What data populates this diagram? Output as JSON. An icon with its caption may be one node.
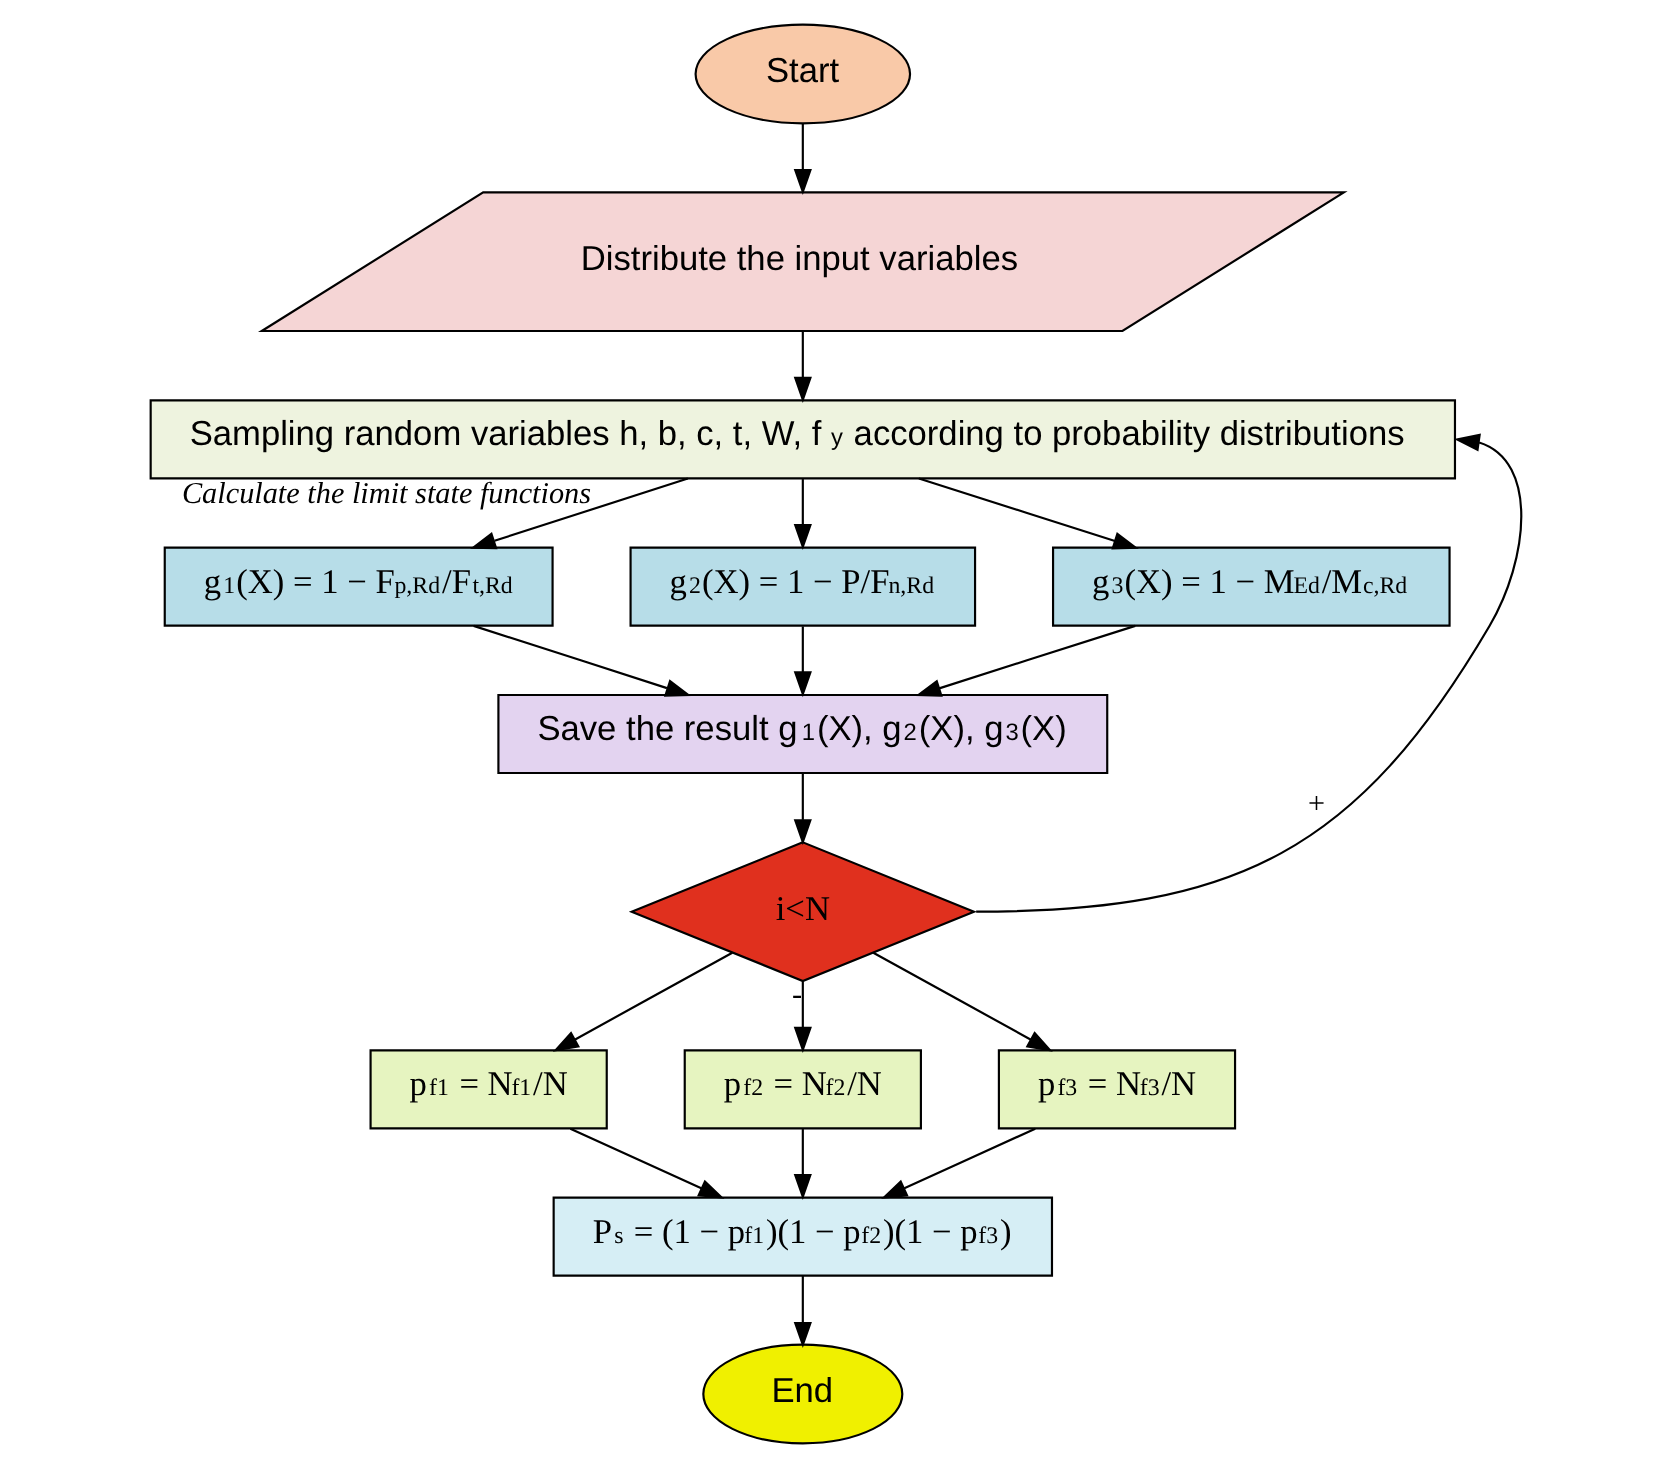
{
  "diagram": {
    "nodes": [
      {
        "text": [
          "Start"
        ]
      },
      {
        "text": [
          "Distribute the input variables"
        ]
      },
      {
        "text": [
          "Sampling random variables h, b, c, t, W, f$_{y}$ according to probability distributions"
        ]
      },
      {
        "text": [
          "g$_{1}$(X) = 1 − F$_{p,Rd}$/F$_{t,Rd}$"
        ]
      },
      {
        "text": [
          "g$_{2}$(X) = 1 − P/F$_{n,Rd}$"
        ]
      },
      {
        "text": [
          "g$_{3}$(X) = 1 − M$_{Ed}$/M$_{c,Rd}$"
        ]
      },
      {
        "text": [
          "Save the result g$_{1}$(X), g$_{2}$(X), g$_{3}$(X)"
        ]
      },
      {
        "text": [
          "i<N"
        ]
      },
      {
        "text": [
          "p$_{f1}$ = N$_{f1}$/N"
        ]
      },
      {
        "text": [
          "p$_{f2}$ = N$_{f2}$/N"
        ]
      },
      {
        "text": [
          "p$_{f3}$ = N$_{f3}$/N"
        ]
      },
      {
        "text": [
          "P$_{s}$ = (1 − p$_{f1}$)(1 − p$_{f2}$)(1 − p$_{f3}$)"
        ]
      },
      {
        "text": [
          "End"
        ]
      }
    ],
    "edges": [
      {
        "from": 0,
        "to": 1,
        "arrow": "to"
      },
      {
        "from": 1,
        "to": 2,
        "arrow": "to"
      },
      {
        "from": 2,
        "to": 3,
        "arrow": "to",
        "label": "Calculate the limit state functions"
      },
      {
        "from": 2,
        "to": 4,
        "arrow": "to"
      },
      {
        "from": 2,
        "to": 5,
        "arrow": "to"
      },
      {
        "from": 3,
        "to": 6,
        "arrow": "to"
      },
      {
        "from": 4,
        "to": 6,
        "arrow": "to"
      },
      {
        "from": 5,
        "to": 6,
        "arrow": "to"
      },
      {
        "from": 6,
        "to": 7,
        "arrow": "to"
      },
      {
        "from": 7,
        "to": 2,
        "arrow": "to",
        "label": "+"
      },
      {
        "from": 7,
        "to": 8,
        "arrow": "to"
      },
      {
        "from": 7,
        "to": 9,
        "arrow": "to",
        "label": "-"
      },
      {
        "from": 7,
        "to": 10,
        "arrow": "to"
      },
      {
        "from": 8,
        "to": 11,
        "arrow": "to"
      },
      {
        "from": 9,
        "to": 11,
        "arrow": "to"
      },
      {
        "from": 10,
        "to": 11,
        "arrow": "to"
      },
      {
        "from": 11,
        "to": 12,
        "arrow": "to"
      }
    ]
  }
}
